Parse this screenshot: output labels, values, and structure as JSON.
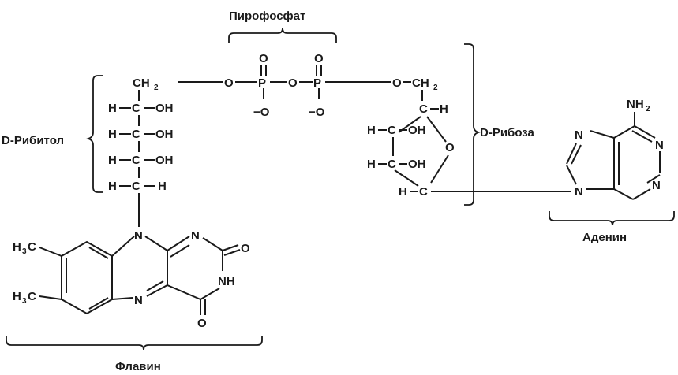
{
  "labels": {
    "pyrophosphate": "Пирофосфат",
    "ribitol": "D-Рибитол",
    "ribose": "D-Рибоза",
    "adenine": "Аденин",
    "flavin": "Флавин"
  },
  "atoms": {
    "ch2": "CH",
    "two": "2",
    "oh": "OH",
    "h": "H",
    "c": "C",
    "o": "O",
    "p": "P",
    "minus_o": "−O",
    "n": "N",
    "nh": "NH",
    "nh2": "NH",
    "h3c": "H",
    "three": "3",
    "c_only": "C"
  }
}
